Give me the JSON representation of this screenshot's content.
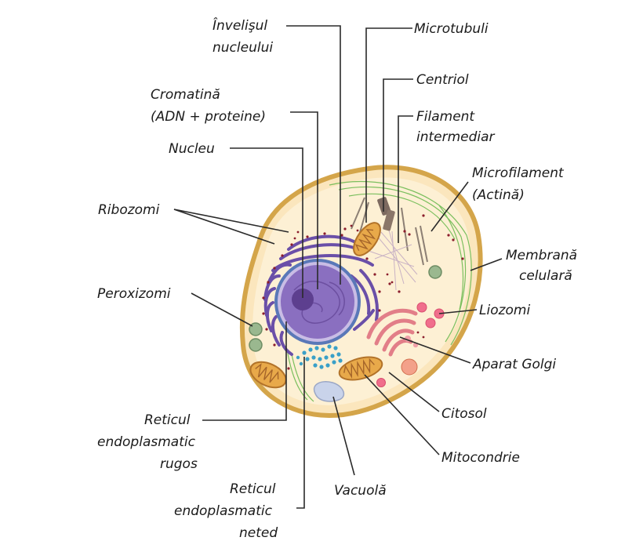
{
  "labels": {
    "invelisul_nucleului": [
      "Învelişul",
      "nucleului"
    ],
    "cromatina": [
      "Cromatină",
      "(ADN + proteine)"
    ],
    "nucleu": "Nucleu",
    "ribozomi": "Ribozomi",
    "peroxizomi": "Peroxizomi",
    "reticul_rugos": [
      "Reticul",
      "endoplasmatic",
      "rugos"
    ],
    "reticul_neted": [
      "Reticul",
      "endoplasmatic",
      "neted"
    ],
    "vacuola": "Vacuolă",
    "microtubuli": "Microtubuli",
    "centriol": "Centriol",
    "filament_intermediar": [
      "Filament",
      "intermediar"
    ],
    "microfilament": [
      "Microfilament",
      "(Actină)"
    ],
    "membrana_celulara": [
      "Membrană",
      "celulară"
    ],
    "liozomi": "Liozomi",
    "aparat_golgi": "Aparat Golgi",
    "citosol": "Citosol",
    "mitocondrie": "Mitocondrie"
  },
  "colors": {
    "cell_fill": "#fbe6bd",
    "cell_border": "#d4a54a",
    "nucleus": "#8a6fc0",
    "nucleolus": "#5d3f8f",
    "rough_er": "#6a4fa8",
    "golgi": "#f0a0a8",
    "mitochondria": "#e8a94a",
    "lysosome": "#f06e8c",
    "peroxisome": "#9ab88f",
    "vacuole": "#c9d3ea",
    "smooth_er": "#3aa0c8",
    "microfilament": "#7bbf5e"
  }
}
